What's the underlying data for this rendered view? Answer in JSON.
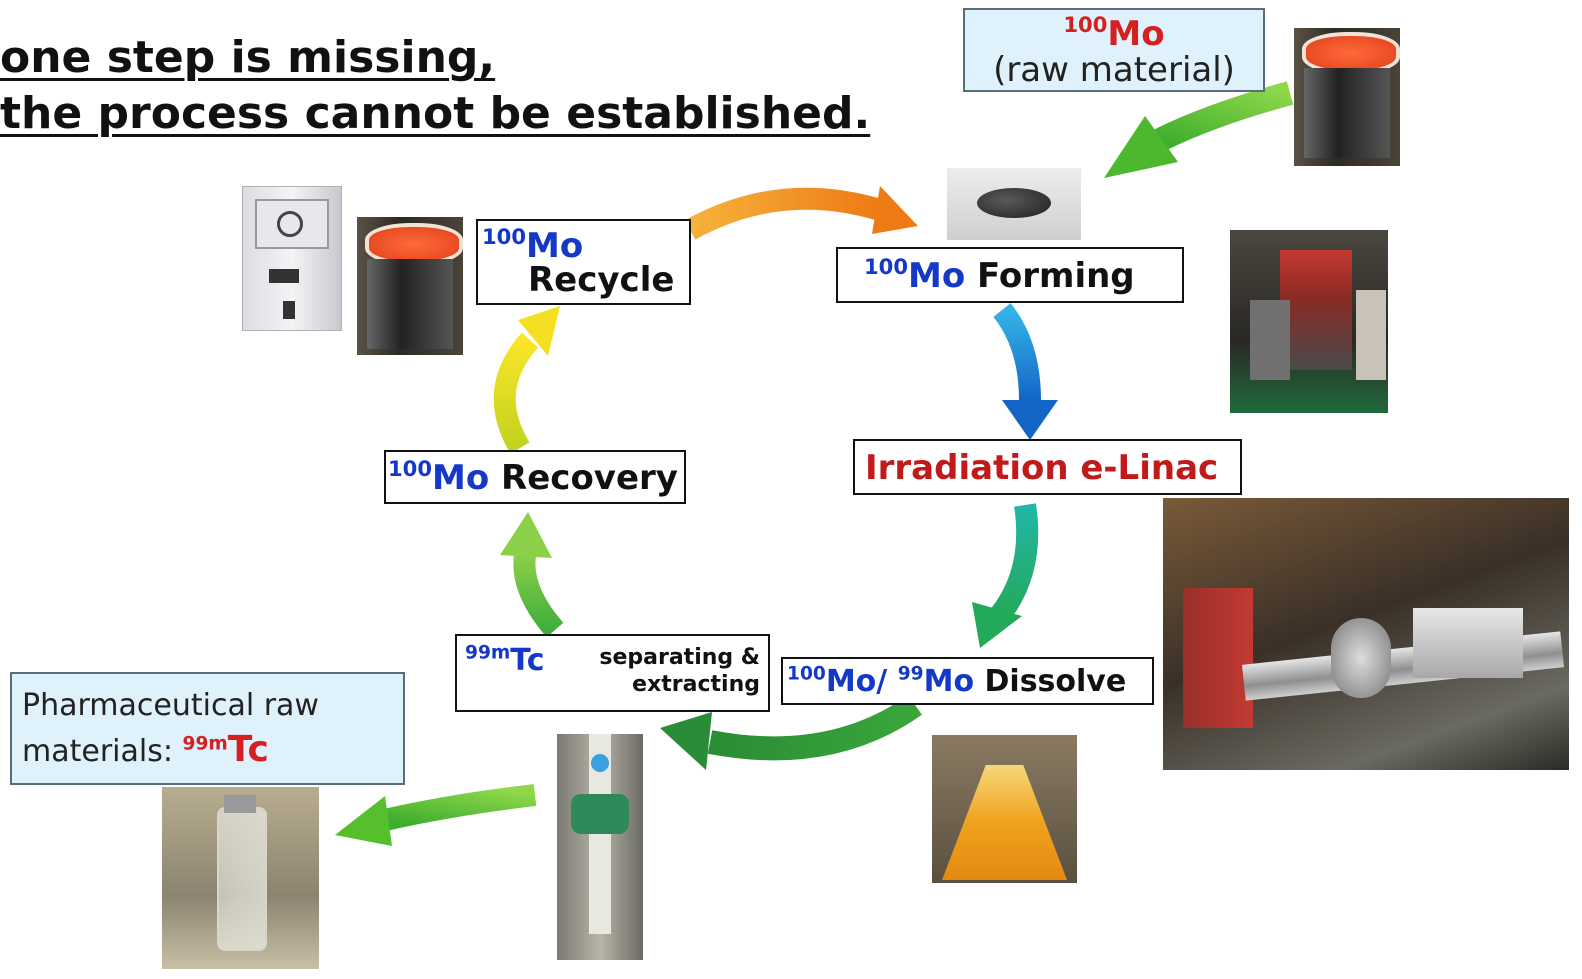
{
  "title": {
    "line1": "one step is missing,",
    "line2": "the process cannot be established."
  },
  "raw_material": {
    "sup": "100",
    "element": "Mo",
    "label": "(raw material)"
  },
  "steps": {
    "recycle": {
      "sup": "100",
      "element": "Mo",
      "label": "Recycle"
    },
    "forming": {
      "sup": "100",
      "element": "Mo",
      "label": "Forming"
    },
    "irradiation": {
      "label": "Irradiation e-Linac"
    },
    "dissolve": {
      "sup1": "100",
      "element1": "Mo/",
      "sup2": "99",
      "element2": "Mo",
      "label": "Dissolve"
    },
    "separating": {
      "sup": "99m",
      "element": "Tc",
      "label_line1": "separating &",
      "label_line2": "extracting"
    },
    "recovery": {
      "sup": "100",
      "element": "Mo",
      "label": "Recovery"
    }
  },
  "pharma": {
    "line1": "Pharmaceutical raw",
    "line2": "materials:",
    "sup": "99m",
    "element": "Tc"
  },
  "arrow_colors": {
    "raw_to_forming": "#5cbf2a",
    "recycle_to_forming": "#f28c1e",
    "forming_to_irradiation": "#1c8fd6",
    "irradiation_to_dissolve": "#1fae8c",
    "dissolve_to_separating": "#2e9e3a",
    "separating_to_recovery": "#4cb83c",
    "recovery_to_recycle": "#f2d418",
    "separating_to_pharma": "#55c02c"
  }
}
